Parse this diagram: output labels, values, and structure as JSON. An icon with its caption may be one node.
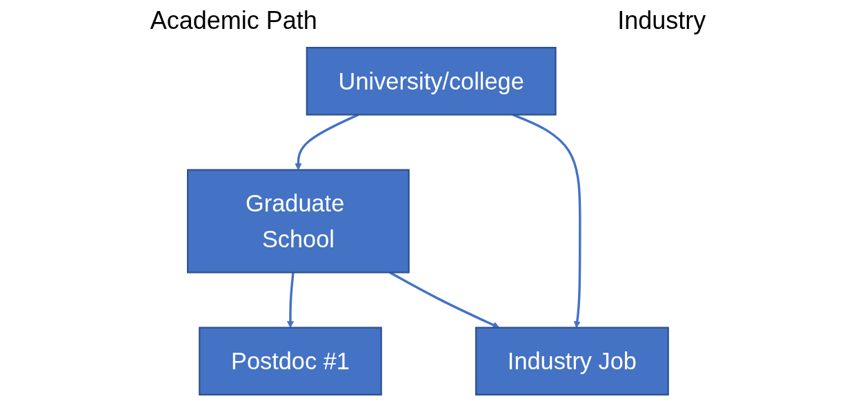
{
  "diagram": {
    "nodes": [
      {
        "text": [
          "University/college"
        ]
      },
      {
        "text": [
          "Graduate School"
        ]
      },
      {
        "text": [
          "Postdoc #1"
        ]
      },
      {
        "text": [
          "Industry Job"
        ]
      }
    ],
    "edges": [
      {
        "from": 0,
        "to": 1,
        "arrow": "to"
      },
      {
        "from": 1,
        "to": 2,
        "arrow": "to"
      },
      {
        "from": 0,
        "to": 3,
        "arrow": "to"
      },
      {
        "from": 1,
        "to": 3,
        "arrow": "to"
      }
    ],
    "labels": [
      "Academic Path",
      "Industry"
    ]
  }
}
